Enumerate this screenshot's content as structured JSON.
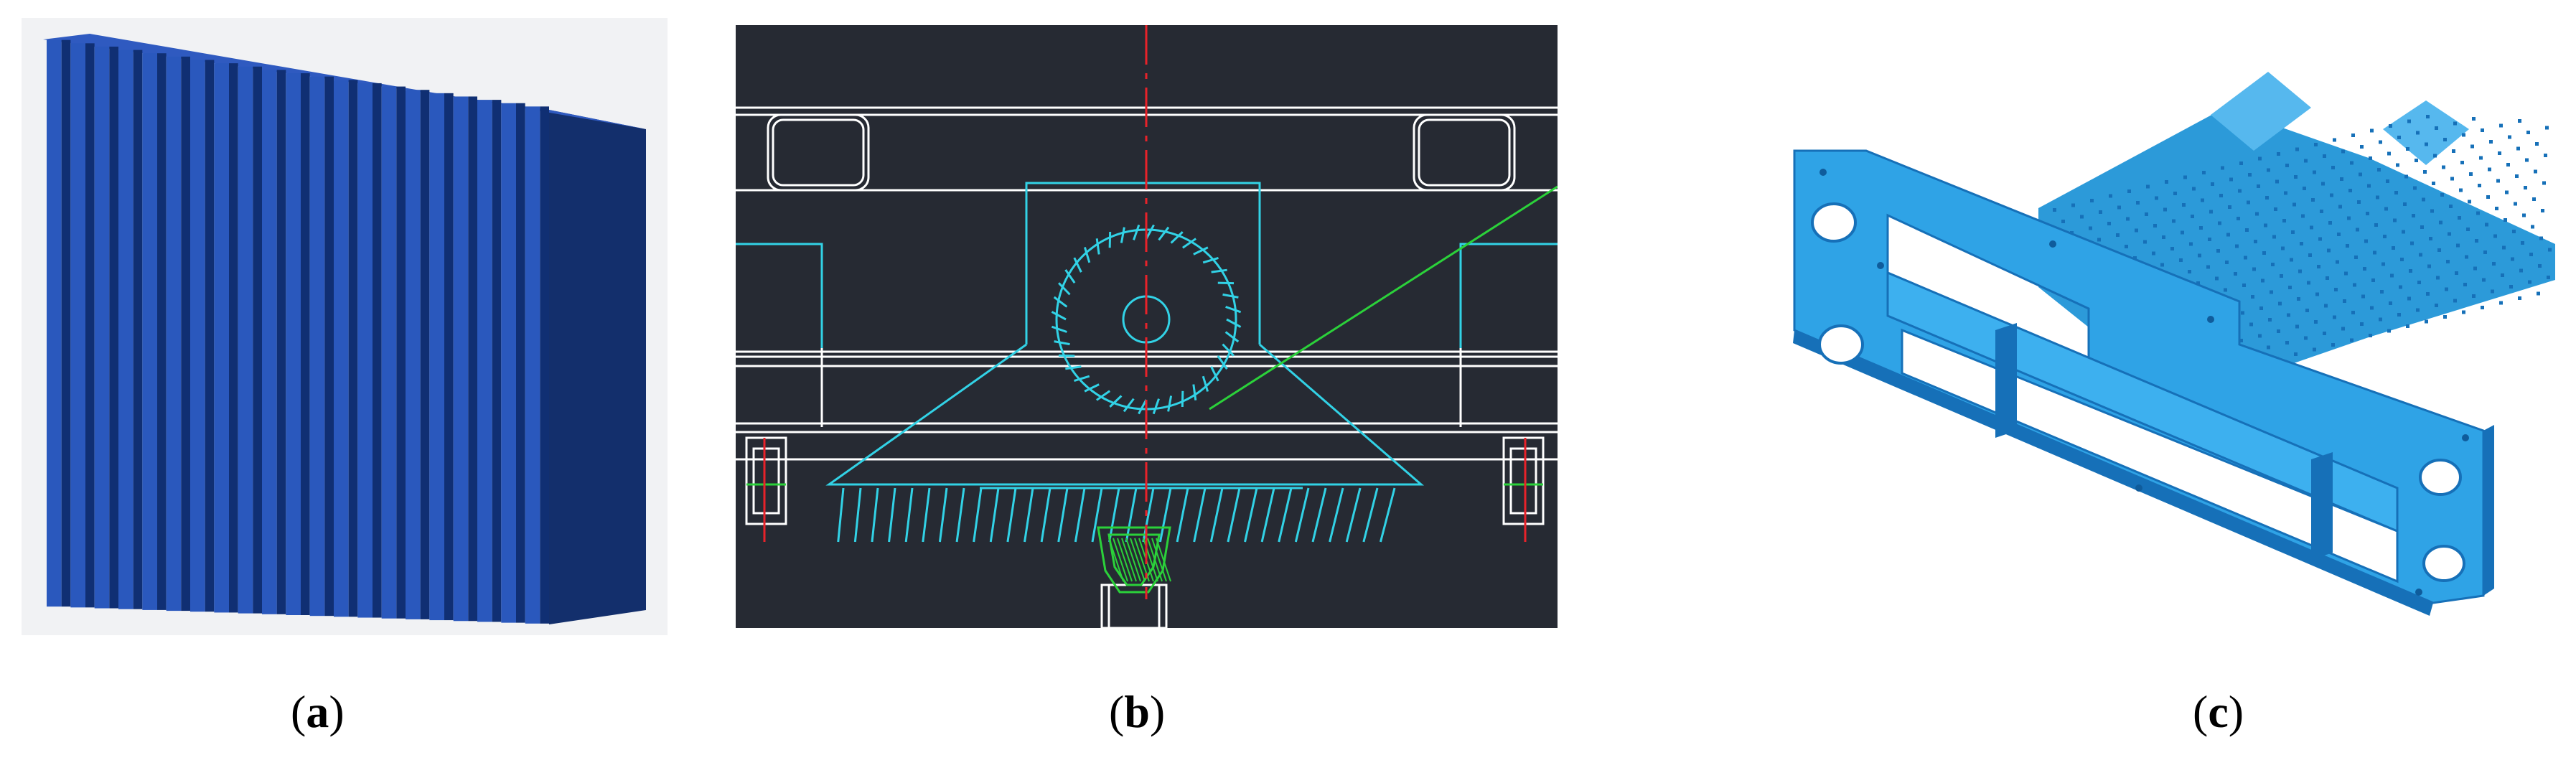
{
  "captions": {
    "a": {
      "open": "(",
      "letter": "a",
      "close": ")"
    },
    "b": {
      "open": "(",
      "letter": "b",
      "close": ")"
    },
    "c": {
      "open": "(",
      "letter": "c",
      "close": ")"
    }
  },
  "colors": {
    "fin_blue": "#1f4da6",
    "fin_dark": "#102f73",
    "cad_background": "#262a33",
    "cad_white": "#ffffff",
    "cad_cyan": "#32d2e6",
    "cad_green": "#2bd13a",
    "cad_red": "#e8222a",
    "frame_blue": "#2fa3e6",
    "frame_dark": "#1670b8"
  }
}
